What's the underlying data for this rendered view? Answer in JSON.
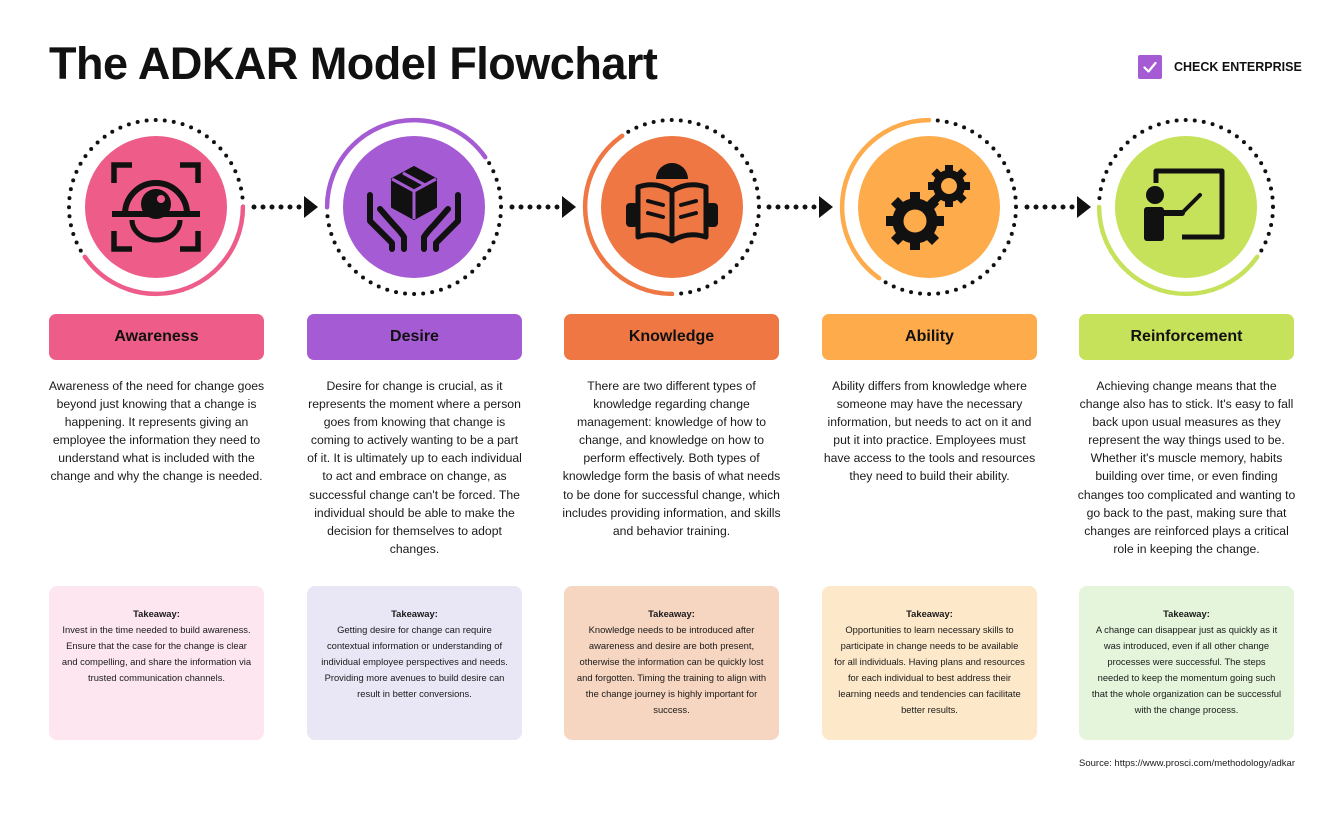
{
  "title": "The ADKAR Model Flowchart",
  "brand": {
    "label": "CHECK ENTERPRISE",
    "color": "#a55bd3",
    "icon": "checkmark-icon"
  },
  "stages": [
    {
      "name": "Awareness",
      "color": "#ee5d89",
      "card_color": "#fde6f0",
      "icon": "eye-scan-icon",
      "description": "Awareness of the need for change goes beyond just knowing that a change is happening. It represents giving an employee the information they need to understand what is included with the change and why the change is needed.",
      "takeaway_heading": "Takeaway:",
      "takeaway": "Invest in the time needed to build awareness. Ensure that the case for the change is clear and compelling, and share the information via trusted communication channels."
    },
    {
      "name": "Desire",
      "color": "#a55bd3",
      "card_color": "#e9e6f5",
      "icon": "hands-holding-box-icon",
      "description": "Desire for change is crucial, as it represents the moment where a person goes from knowing that change is coming to actively wanting to be a part of it. It is ultimately up to each individual to act and embrace on change, as successful change can't be forced. The individual should be able to make the decision for themselves to adopt changes.",
      "takeaway_heading": "Takeaway:",
      "takeaway": "Getting desire for change can require contextual information or understanding of individual employee perspectives and needs. Providing more avenues to build desire can result in better conversions."
    },
    {
      "name": "Knowledge",
      "color": "#ee7744",
      "card_color": "#f6d5c1",
      "icon": "reader-with-book-icon",
      "description": "There are two different types of knowledge regarding change management: knowledge of how to change, and knowledge on how to perform effectively. Both types of knowledge form the basis of what needs to be done for successful change, which includes providing information, and skills and behavior training.",
      "takeaway_heading": "Takeaway:",
      "takeaway": "Knowledge needs to be introduced after awareness and desire are both present, otherwise the information can be quickly lost and forgotten. Timing the training to align with the change journey is highly important for success."
    },
    {
      "name": "Ability",
      "color": "#fdab4b",
      "card_color": "#fde8c9",
      "icon": "gears-icon",
      "description": "Ability differs from knowledge where someone may have the necessary information, but needs to act on it and put it into practice. Employees must have access to the tools and resources they need to build their ability.",
      "takeaway_heading": "Takeaway:",
      "takeaway": "Opportunities to learn necessary skills to participate in change needs to be available for all individuals. Having plans and resources for each individual to best address their learning needs and tendencies can facilitate better results."
    },
    {
      "name": "Reinforcement",
      "color": "#c6e15a",
      "card_color": "#e4f5db",
      "icon": "teacher-at-board-icon",
      "description": "Achieving change means that the change also has to stick. It's easy to fall back upon usual measures as they represent the way things used to be. Whether it's muscle memory, habits building over time, or even finding changes too complicated and wanting to go back to the past, making sure that changes are reinforced plays a critical role in keeping the change.",
      "takeaway_heading": "Takeaway:",
      "takeaway": "A change can disappear just as quickly as it was introduced, even if all other change processes were successful. The steps needed to keep the momentum going such that the whole organization can be successful with the change process."
    }
  ],
  "source": "Source: https://www.prosci.com/methodology/adkar"
}
